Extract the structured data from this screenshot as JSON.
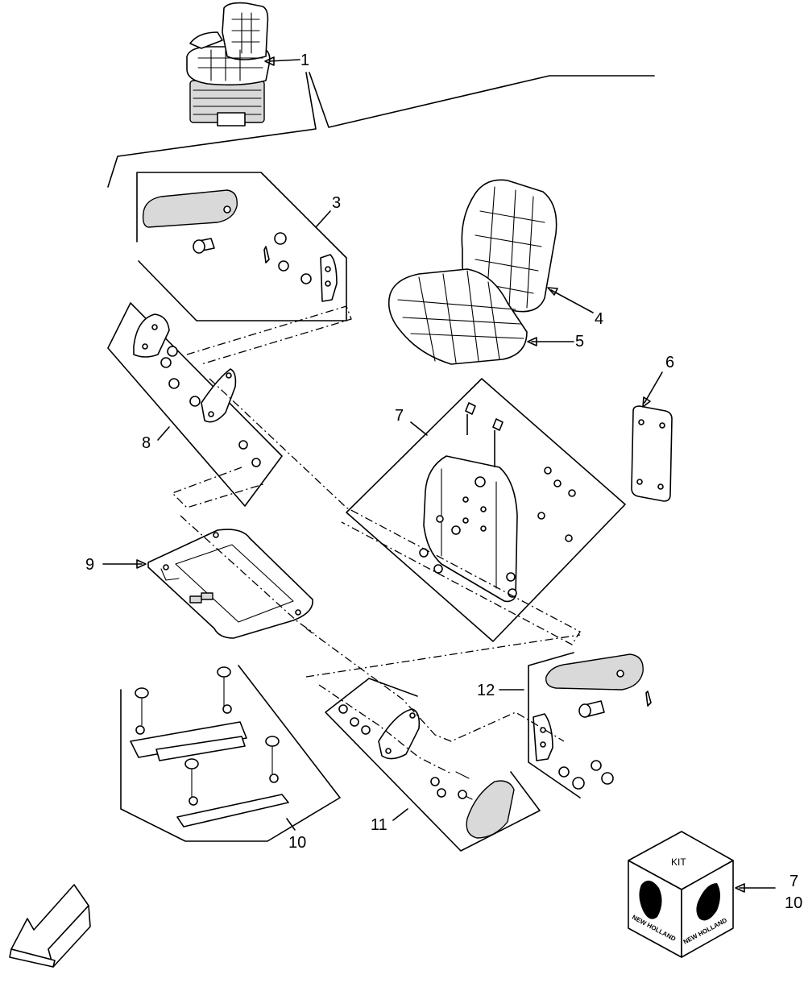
{
  "callouts": {
    "c1": "1",
    "c3": "3",
    "c4": "4",
    "c5": "5",
    "c6": "6",
    "c7": "7",
    "c8": "8",
    "c9": "9",
    "c10": "10",
    "c11": "11",
    "c12": "12",
    "kit_ref_a": "7",
    "kit_ref_b": "10"
  },
  "kit_box": {
    "label": "KIT",
    "brand_left": "NEW HOLLAND",
    "brand_right": "NEW HOLLAND"
  },
  "colors": {
    "ink": "#000000",
    "paper": "#ffffff",
    "shade": "#d9d9d9"
  },
  "icons": {
    "orientation": "direction-arrow-icon",
    "kit": "kit-box-icon"
  }
}
